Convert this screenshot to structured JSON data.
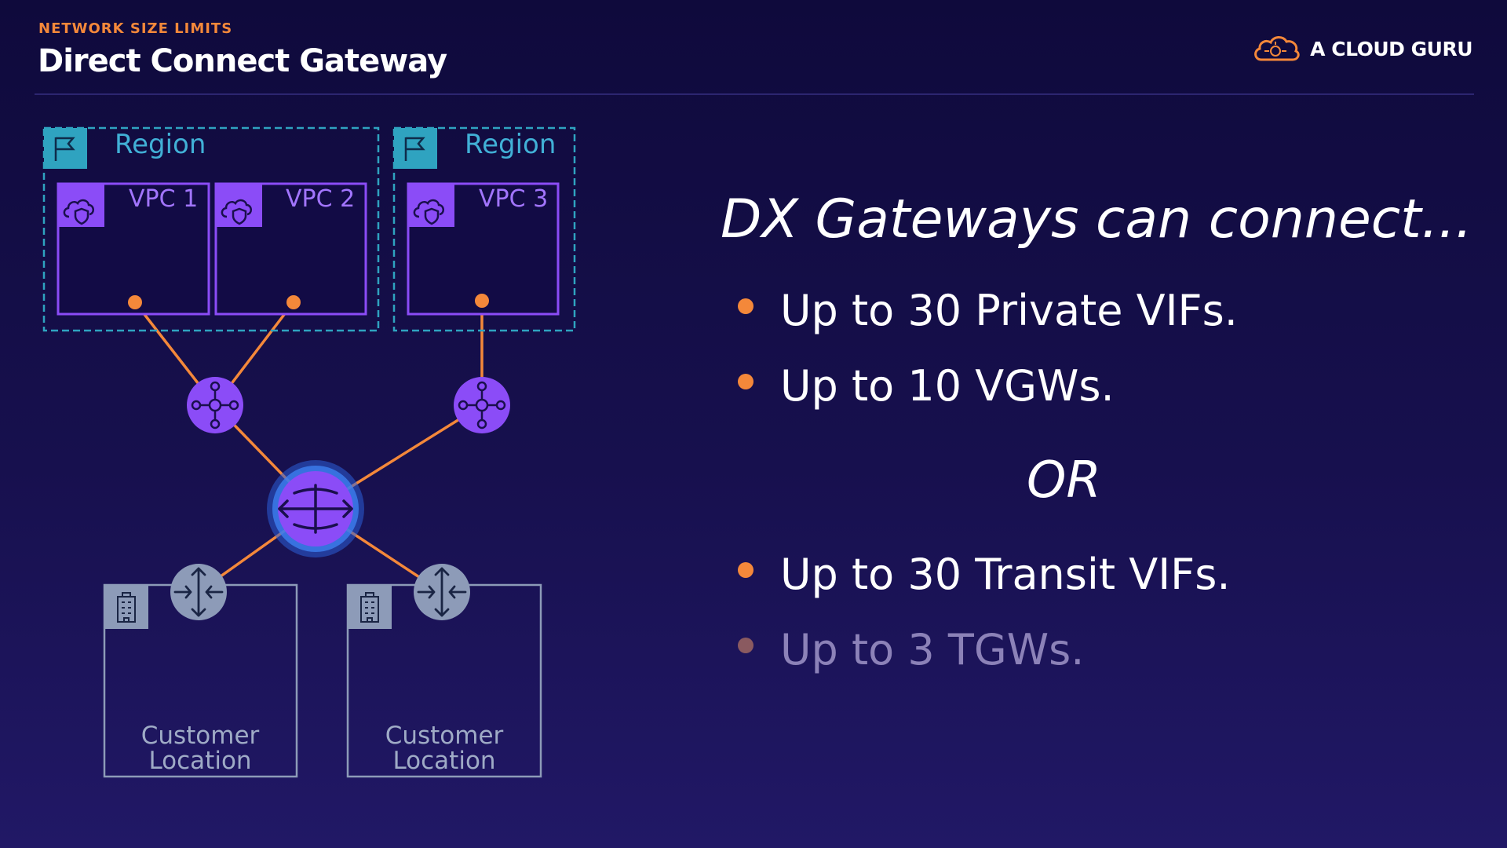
{
  "header": {
    "eyebrow": "NETWORK SIZE LIMITS",
    "title": "Direct Connect Gateway",
    "brand": "A CLOUD GURU"
  },
  "diagram": {
    "regions": [
      {
        "label": "Region",
        "vpcs": [
          {
            "label": "VPC 1"
          },
          {
            "label": "VPC 2"
          }
        ]
      },
      {
        "label": "Region",
        "vpcs": [
          {
            "label": "VPC 3"
          }
        ]
      }
    ],
    "customer_locations": [
      {
        "label_line1": "Customer",
        "label_line2": "Location"
      },
      {
        "label_line1": "Customer",
        "label_line2": "Location"
      }
    ],
    "icons": [
      "region-flag-icon",
      "vpc-cloud-shield-icon",
      "virtual-gateway-icon",
      "direct-connect-gateway-icon",
      "router-icon",
      "building-icon"
    ]
  },
  "content": {
    "headline": "DX Gateways can connect...",
    "bullets_a": [
      "Up to 30 Private VIFs.",
      "Up to 10 VGWs."
    ],
    "separator": "OR",
    "bullets_b": [
      "Up to 30 Transit VIFs.",
      "Up to 3 TGWs."
    ]
  },
  "colors": {
    "accent_orange": "#f4883a",
    "vpc_purple": "#8b4cf7",
    "region_teal": "#2fa3c0",
    "router_gray": "#8d9bb8",
    "dimmed_text": "#8c82b8"
  }
}
